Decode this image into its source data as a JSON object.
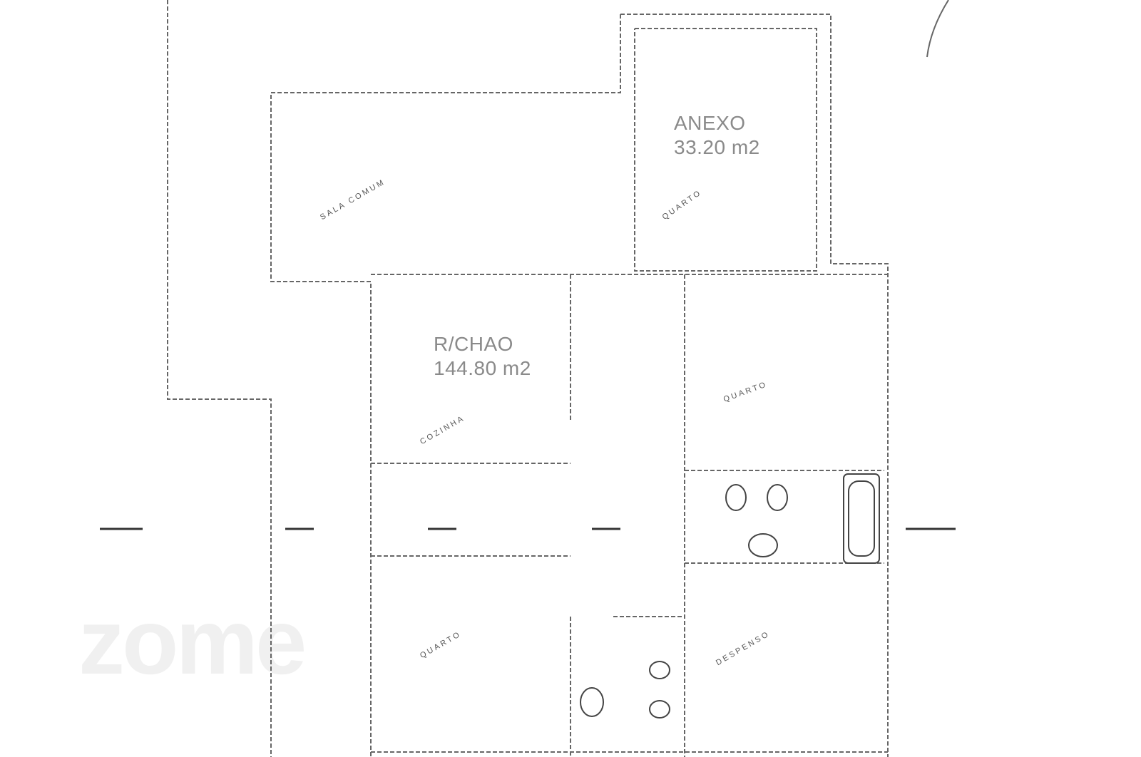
{
  "watermark": "zome",
  "annex": {
    "name": "ANEXO",
    "area": "33.20 m2"
  },
  "ground_floor": {
    "name": "R/CHAO",
    "area": "144.80 m2"
  },
  "rooms": [
    "SALA COMUM",
    "QUARTO",
    "COZINHA",
    "QUARTO",
    "QUARTO",
    "DESPENSO"
  ],
  "colors": {
    "wall": "#555555",
    "label": "#8a8a8a"
  }
}
